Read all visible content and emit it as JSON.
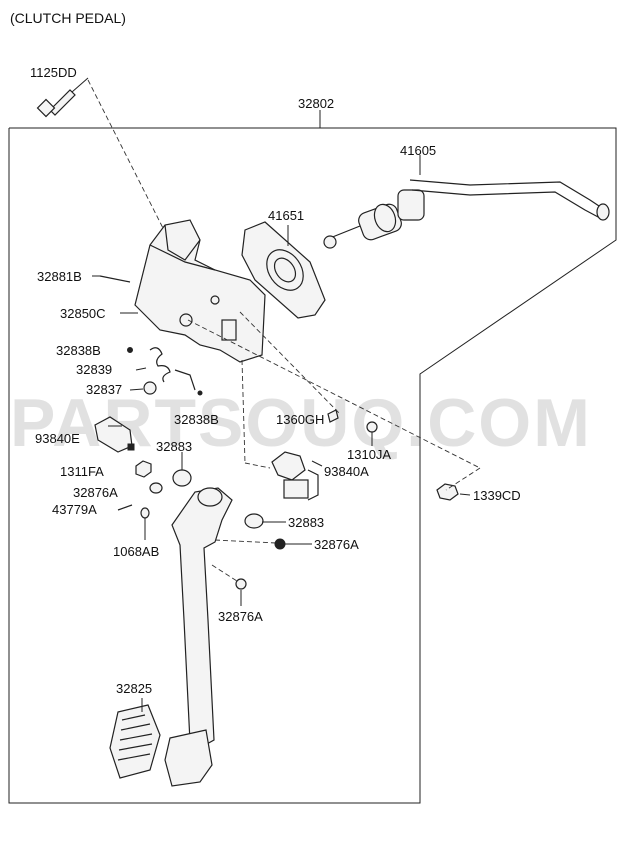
{
  "diagram": {
    "title": "(CLUTCH PEDAL)",
    "watermark": "PARTSOUQ.COM",
    "parts": {
      "p1125DD": "1125DD",
      "p32802": "32802",
      "p41605": "41605",
      "p41651": "41651",
      "p32881B": "32881B",
      "p32850C": "32850C",
      "p32838B_top": "32838B",
      "p32839": "32839",
      "p32837": "32837",
      "p32838B_mid": "32838B",
      "p1360GH": "1360GH",
      "p1310JA": "1310JA",
      "p93840E": "93840E",
      "p32883_a": "32883",
      "p1311FA": "1311FA",
      "p93840A": "93840A",
      "p32876A_a": "32876A",
      "p1339CD": "1339CD",
      "p43779A": "43779A",
      "p32883_b": "32883",
      "p1068AB": "1068AB",
      "p32876A_b": "32876A",
      "p32876A_c": "32876A",
      "p32825": "32825"
    }
  }
}
